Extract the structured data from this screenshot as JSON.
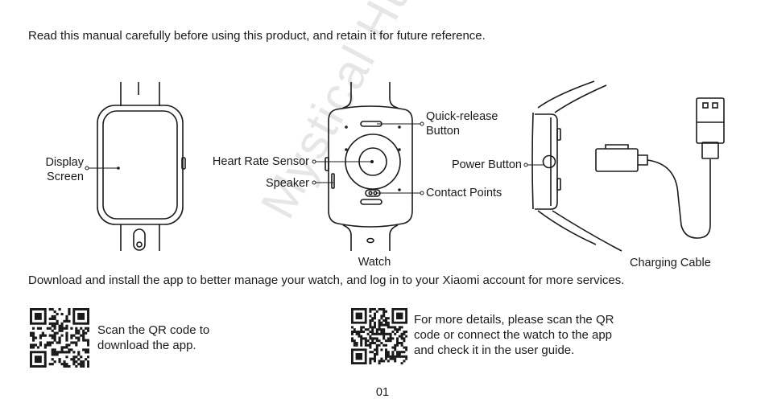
{
  "intro": "Read this manual carefully before using this product, and retain it for future reference.",
  "watch_front": {
    "display_label_line1": "Display",
    "display_label_line2": "Screen"
  },
  "watch_back": {
    "heart_rate_label": "Heart Rate Sensor",
    "speaker_label": "Speaker",
    "quick_release_line1": "Quick-release",
    "quick_release_line2": "Button",
    "contact_points_label": "Contact Points",
    "caption": "Watch"
  },
  "watch_side": {
    "power_button_label": "Power Button"
  },
  "charging_cable": {
    "caption": "Charging Cable"
  },
  "download_text": "Download and install the app to better manage your watch, and log in to your Xiaomi account for more services.",
  "qr_left": {
    "line1": "Scan the QR code to",
    "line2": "download the app."
  },
  "qr_right": {
    "line1": "For more details, please scan the QR",
    "line2": "code or connect the watch to the app",
    "line3": "and check it in the user guide."
  },
  "page_number": "01",
  "watermark": "Mystical Hungary Zrt."
}
